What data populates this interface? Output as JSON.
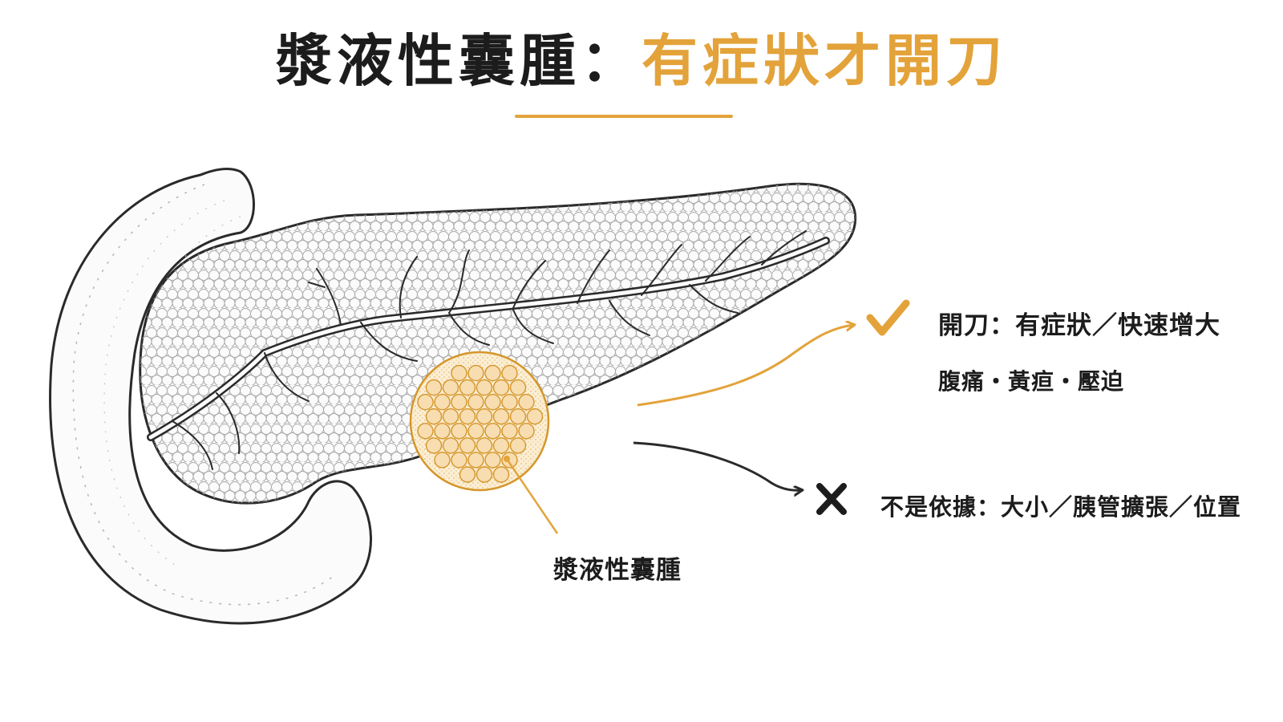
{
  "title": {
    "main": "漿液性囊腫：",
    "accent": "有症狀才開刀"
  },
  "labels": {
    "cyst": "漿液性囊腫"
  },
  "indications": {
    "yes_heading": "開刀：有症狀／快速增大",
    "yes_detail": "腹痛・黃疸・壓迫",
    "no_heading": "不是依據：大小／胰管擴張／位置"
  },
  "icons": {
    "yes": "check-icon",
    "no": "cross-icon"
  },
  "colors": {
    "text": "#1c1c1c",
    "accent": "#e3a33a",
    "outline": "#2a2a2a",
    "organ_fill": "#fbfbfb",
    "cyst_fill": "#fbeed4",
    "cyst_cell": "#f7ddb0"
  }
}
